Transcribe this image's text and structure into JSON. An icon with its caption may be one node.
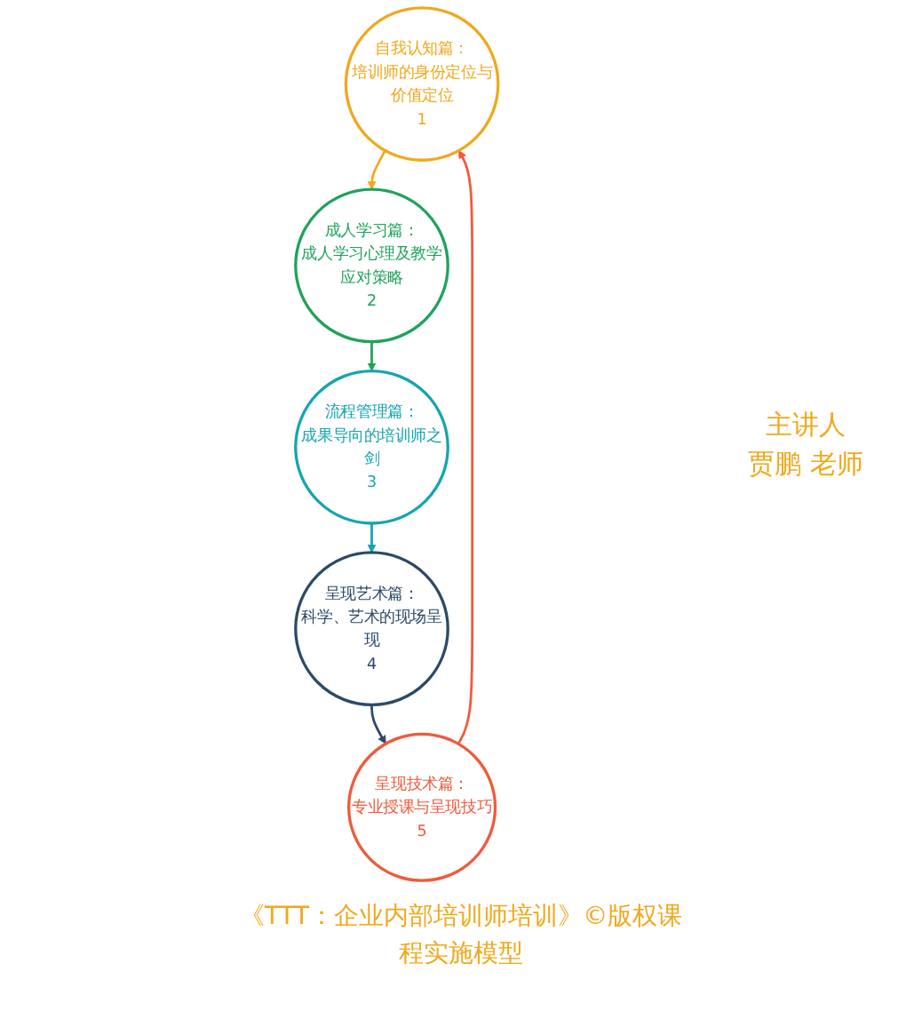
{
  "diagram": {
    "caption": "《TTT：企业内部培训师培训》©版权课程实施模型",
    "nodes": [
      {
        "text": [
          "自我认知篇：",
          "培训师的身份定位与价值定位",
          "1"
        ]
      },
      {
        "text": [
          "成人学习篇：",
          "成人学习心理及教学应对策略",
          "2"
        ]
      },
      {
        "text": [
          "流程管理篇：",
          "成果导向的培训师之剑",
          "3"
        ]
      },
      {
        "text": [
          "呈现艺术篇：",
          "科学、艺术的现场呈现",
          "4"
        ]
      },
      {
        "text": [
          "呈现技术篇：",
          "专业授课与呈现技巧",
          "5"
        ]
      }
    ],
    "edges": [
      {
        "from": 0,
        "to": 1,
        "arrow": "to",
        "color": "#f0a81c"
      },
      {
        "from": 1,
        "to": 2,
        "arrow": "to",
        "color": "#1fa35a"
      },
      {
        "from": 2,
        "to": 3,
        "arrow": "to",
        "color": "#14a5b0"
      },
      {
        "from": 3,
        "to": 4,
        "arrow": "to",
        "color": "#2c4a66"
      },
      {
        "from": 4,
        "to": 0,
        "arrow": "to",
        "color": "#f05a3a"
      }
    ],
    "labels": [
      "主讲人",
      "贾鹏 老师"
    ]
  }
}
